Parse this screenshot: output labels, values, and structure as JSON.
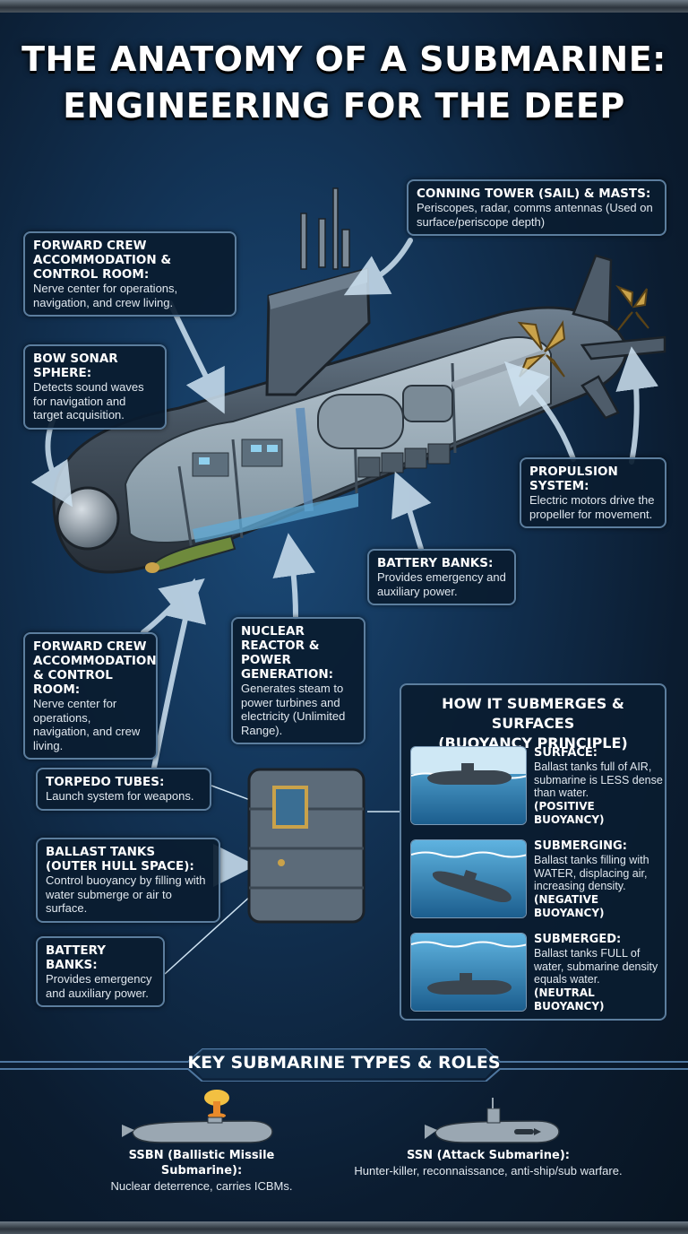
{
  "title_line1": "THE ANATOMY OF A SUBMARINE:",
  "title_line2": "ENGINEERING FOR THE DEEP",
  "callouts": {
    "conning": {
      "title": "CONNING TOWER (SAIL) & MASTS:",
      "body": "Periscopes, radar, comms antennas (Used on surface/periscope depth)"
    },
    "forward_top": {
      "title": "FORWARD CREW ACCOMMODATION & CONTROL ROOM:",
      "body": "Nerve center for operations, navigation, and crew living."
    },
    "sonar": {
      "title": "BOW SONAR SPHERE:",
      "body": "Detects sound waves for navigation and target acquisition."
    },
    "propulsion": {
      "title": "PROPULSION SYSTEM:",
      "body": "Electric motors drive the propeller for movement."
    },
    "battery_top": {
      "title": "BATTERY BANKS:",
      "body": "Provides emergency and auxiliary power."
    },
    "reactor": {
      "title": "NUCLEAR REACTOR & POWER GENERATION:",
      "body": "Generates steam to power turbines and electricity (Unlimited Range)."
    },
    "forward_bottom": {
      "title": "FORWARD CREW ACCOMMODATION & CONTROL ROOM:",
      "body": "Nerve center for operations, navigation, and crew living."
    },
    "torpedo": {
      "title": "TORPEDO TUBES:",
      "body": "Launch system for weapons."
    },
    "ballast": {
      "title": "BALLAST TANKS (OUTER HULL SPACE):",
      "body": "Control buoyancy by filling with water submerge or air to surface."
    },
    "battery_bottom": {
      "title": "BATTERY BANKS:",
      "body": "Provides emergency and auxiliary power."
    }
  },
  "buoyancy": {
    "title_line1": "HOW IT SUBMERGES & SURFACES",
    "title_line2": "(BUOYANCY PRINCIPLE)",
    "phases": [
      {
        "title": "SURFACE:",
        "body": "Ballast tanks full of AIR, submarine is LESS dense than water.",
        "note": "(POSITIVE BUOYANCY)"
      },
      {
        "title": "SUBMERGING:",
        "body": "Ballast tanks filling with WATER, displacing air, increasing density.",
        "note": "(NEGATIVE BUOYANCY)"
      },
      {
        "title": "SUBMERGED:",
        "body": "Ballast tanks FULL of water, submarine density equals water.",
        "note": "(NEUTRAL BUOYANCY)"
      }
    ]
  },
  "types": {
    "title": "KEY SUBMARINE TYPES & ROLES",
    "items": [
      {
        "name": "SSBN (Ballistic Missile Submarine):",
        "desc": "Nuclear deterrence, carries ICBMs.",
        "icon": "mushroom-cloud-icon"
      },
      {
        "name": "SSN (Attack Submarine):",
        "desc": "Hunter-killer, reconnaissance, anti-ship/sub warfare.",
        "icon": "torpedo-icon"
      }
    ]
  },
  "colors": {
    "accent_border": "#5c7e9e",
    "hull": "#4a5968",
    "propeller": "#c9a24a",
    "torpedo": "#6e8a3c",
    "water": "#2c83b8"
  }
}
